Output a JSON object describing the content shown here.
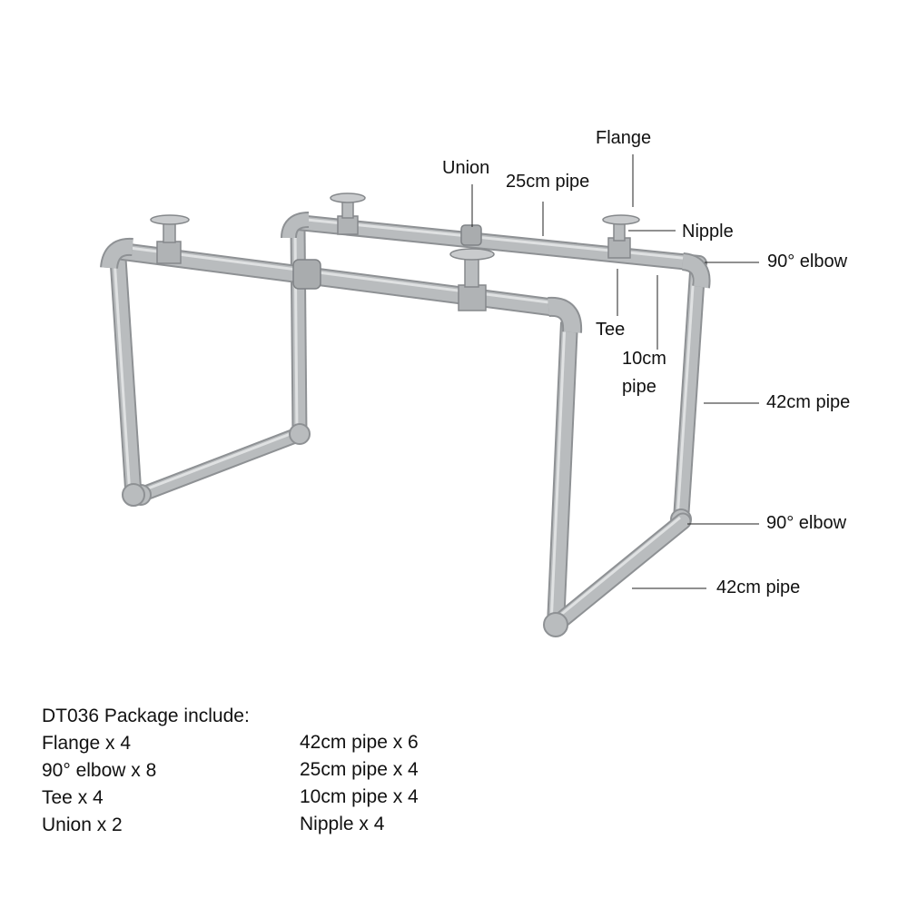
{
  "labels": {
    "flange": "Flange",
    "union": "Union",
    "pipe_25": "25cm pipe",
    "nipple": "Nipple",
    "elbow_top": "90° elbow",
    "tee": "Tee",
    "pipe_10_line1": "10cm",
    "pipe_10_line2": "pipe",
    "pipe_42_vertical": "42cm pipe",
    "elbow_bottom": "90° elbow",
    "pipe_42_bottom": "42cm pipe"
  },
  "package": {
    "title": "DT036 Package include:",
    "left_items": [
      "Flange x 4",
      "90° elbow x 8",
      "Tee x 4",
      "Union x 2"
    ],
    "right_items": [
      "42cm pipe x 6",
      "25cm pipe x 4",
      "10cm pipe x 4",
      "Nipple x 4"
    ]
  },
  "colors": {
    "pipe": "#b9bcbe",
    "pipe_shadow": "#8e9194",
    "pipe_highlight": "#dfe1e2",
    "leader": "#222222"
  }
}
